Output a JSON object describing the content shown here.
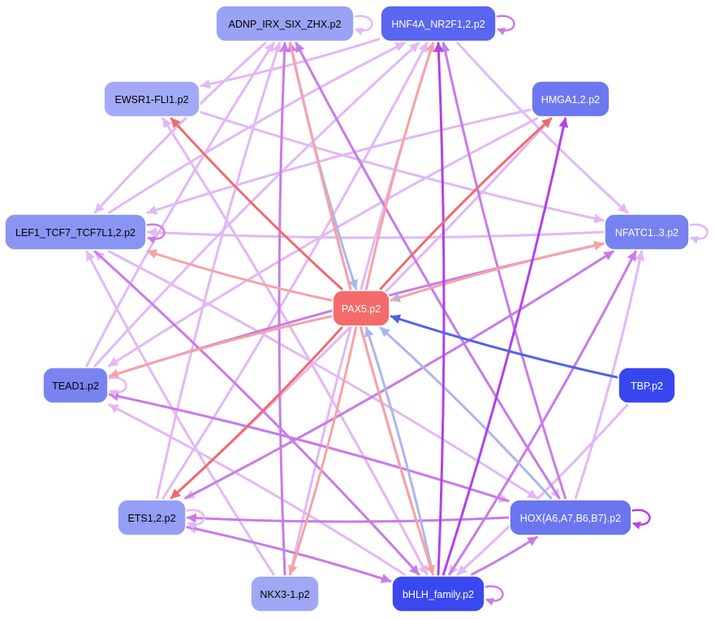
{
  "colors": {
    "lavender": "#e2b8f5",
    "violet": "#c87ce8",
    "purple": "#b042e8",
    "salmon": "#f7a3a3",
    "red": "#f06b6b",
    "light_blue": "#aab6ee",
    "royal_blue": "#5062e8"
  },
  "nodes": [
    {
      "id": "adnp",
      "label": "ADNP_IRX_SIX_ZHX.p2",
      "fill": "#9aa2f5",
      "text_color": "#000000",
      "self_loop": true,
      "loop_color": "lavender"
    },
    {
      "id": "hnf4a",
      "label": "HNF4A_NR2F1,2.p2",
      "fill": "#5a66f0",
      "text_color": "#ffffff",
      "self_loop": true,
      "loop_color": "violet"
    },
    {
      "id": "ewsr1",
      "label": "EWSR1-FLI1.p2",
      "fill": "#a3aaf5",
      "text_color": "#000000",
      "self_loop": false
    },
    {
      "id": "hmga",
      "label": "HMGA1,2.p2",
      "fill": "#6d78f0",
      "text_color": "#ffffff",
      "self_loop": false
    },
    {
      "id": "lef1",
      "label": "LEF1_TCF7_TCF7L1,2.p2",
      "fill": "#8a94f3",
      "text_color": "#000000",
      "self_loop": true,
      "loop_color": "violet"
    },
    {
      "id": "nfatc",
      "label": "NFATC1..3.p2",
      "fill": "#7782f1",
      "text_color": "#ffffff",
      "self_loop": true,
      "loop_color": "lavender"
    },
    {
      "id": "pax5",
      "label": "PAX5.p2",
      "fill": "#f56b6b",
      "text_color": "#ffffff",
      "self_loop": false
    },
    {
      "id": "tead1",
      "label": "TEAD1.p2",
      "fill": "#7a84f1",
      "text_color": "#000000",
      "self_loop": true,
      "loop_color": "lavender"
    },
    {
      "id": "tbp",
      "label": "TBP.p2",
      "fill": "#3846f0",
      "text_color": "#ffffff",
      "self_loop": false
    },
    {
      "id": "ets",
      "label": "ETS1,2.p2",
      "fill": "#959ef4",
      "text_color": "#000000",
      "self_loop": true,
      "loop_color": "lavender"
    },
    {
      "id": "hox",
      "label": "HOX{A6,A7,B6,B7}.p2",
      "fill": "#6a75f0",
      "text_color": "#ffffff",
      "self_loop": true,
      "loop_color": "purple"
    },
    {
      "id": "nkx3",
      "label": "NKX3-1.p2",
      "fill": "#a0a8f5",
      "text_color": "#000000",
      "self_loop": false
    },
    {
      "id": "bhlh",
      "label": "bHLH_family.p2",
      "fill": "#3a48f0",
      "text_color": "#ffffff",
      "self_loop": true,
      "loop_color": "violet"
    }
  ],
  "edges": [
    {
      "from": "pax5",
      "to": "ewsr1",
      "color": "red"
    },
    {
      "from": "pax5",
      "to": "lef1",
      "color": "salmon"
    },
    {
      "from": "pax5",
      "to": "tead1",
      "color": "salmon"
    },
    {
      "from": "pax5",
      "to": "ets",
      "color": "red"
    },
    {
      "from": "pax5",
      "to": "nkx3",
      "color": "salmon"
    },
    {
      "from": "pax5",
      "to": "hmga",
      "color": "red"
    },
    {
      "from": "pax5",
      "to": "hnf4a",
      "color": "salmon"
    },
    {
      "from": "pax5",
      "to": "nfatc",
      "color": "salmon"
    },
    {
      "from": "tbp",
      "to": "pax5",
      "color": "royal_blue"
    },
    {
      "from": "hox",
      "to": "pax5",
      "color": "light_blue"
    },
    {
      "from": "nfatc",
      "to": "pax5",
      "color": "light_blue"
    },
    {
      "from": "adnp",
      "to": "pax5",
      "color": "light_blue"
    },
    {
      "from": "bhlh",
      "to": "pax5",
      "color": "light_blue"
    },
    {
      "from": "adnp",
      "to": "bhlh",
      "color": "salmon"
    },
    {
      "from": "bhlh",
      "to": "hnf4a",
      "color": "purple"
    },
    {
      "from": "hox",
      "to": "hnf4a",
      "color": "violet"
    },
    {
      "from": "hox",
      "to": "ets",
      "color": "violet"
    },
    {
      "from": "bhlh",
      "to": "hmga",
      "color": "purple"
    },
    {
      "from": "bhlh",
      "to": "hox",
      "color": "violet"
    },
    {
      "from": "bhlh",
      "to": "nfatc",
      "color": "violet"
    },
    {
      "from": "bhlh",
      "to": "lef1",
      "color": "lavender"
    },
    {
      "from": "bhlh",
      "to": "ewsr1",
      "color": "lavender"
    },
    {
      "from": "bhlh",
      "to": "tead1",
      "color": "lavender"
    },
    {
      "from": "bhlh",
      "to": "adnp",
      "color": "violet"
    },
    {
      "from": "hox",
      "to": "adnp",
      "color": "violet"
    },
    {
      "from": "ets",
      "to": "bhlh",
      "color": "violet"
    },
    {
      "from": "ets",
      "to": "hnf4a",
      "color": "lavender"
    },
    {
      "from": "ets",
      "to": "adnp",
      "color": "lavender"
    },
    {
      "from": "ets",
      "to": "nfatc",
      "color": "violet"
    },
    {
      "from": "nkx3",
      "to": "adnp",
      "color": "violet"
    },
    {
      "from": "nkx3",
      "to": "hnf4a",
      "color": "lavender"
    },
    {
      "from": "nkx3",
      "to": "lef1",
      "color": "lavender"
    },
    {
      "from": "tead1",
      "to": "hnf4a",
      "color": "lavender"
    },
    {
      "from": "tead1",
      "to": "nfatc",
      "color": "violet"
    },
    {
      "from": "tead1",
      "to": "adnp",
      "color": "lavender"
    },
    {
      "from": "lef1",
      "to": "hnf4a",
      "color": "lavender"
    },
    {
      "from": "lef1",
      "to": "hox",
      "color": "lavender"
    },
    {
      "from": "lef1",
      "to": "bhlh",
      "color": "violet"
    },
    {
      "from": "ewsr1",
      "to": "nfatc",
      "color": "lavender"
    },
    {
      "from": "ewsr1",
      "to": "bhlh",
      "color": "lavender"
    },
    {
      "from": "hmga",
      "to": "lef1",
      "color": "lavender"
    },
    {
      "from": "hmga",
      "to": "ets",
      "color": "lavender"
    },
    {
      "from": "hmga",
      "to": "tead1",
      "color": "lavender"
    },
    {
      "from": "hnf4a",
      "to": "ewsr1",
      "color": "lavender"
    },
    {
      "from": "hnf4a",
      "to": "nfatc",
      "color": "lavender"
    },
    {
      "from": "adnp",
      "to": "lef1",
      "color": "lavender"
    },
    {
      "from": "adnp",
      "to": "hox",
      "color": "lavender"
    },
    {
      "from": "nfatc",
      "to": "lef1",
      "color": "lavender"
    },
    {
      "from": "nfatc",
      "to": "bhlh",
      "color": "lavender"
    },
    {
      "from": "nfatc",
      "to": "ets",
      "color": "lavender"
    },
    {
      "from": "hox",
      "to": "nfatc",
      "color": "lavender"
    },
    {
      "from": "hox",
      "to": "tead1",
      "color": "violet"
    },
    {
      "from": "tbp",
      "to": "bhlh",
      "color": "lavender"
    },
    {
      "from": "tead1",
      "to": "hox",
      "color": "lavender"
    },
    {
      "from": "ets",
      "to": "hmga",
      "color": "lavender"
    },
    {
      "from": "bhlh",
      "to": "ets",
      "color": "lavender"
    }
  ]
}
